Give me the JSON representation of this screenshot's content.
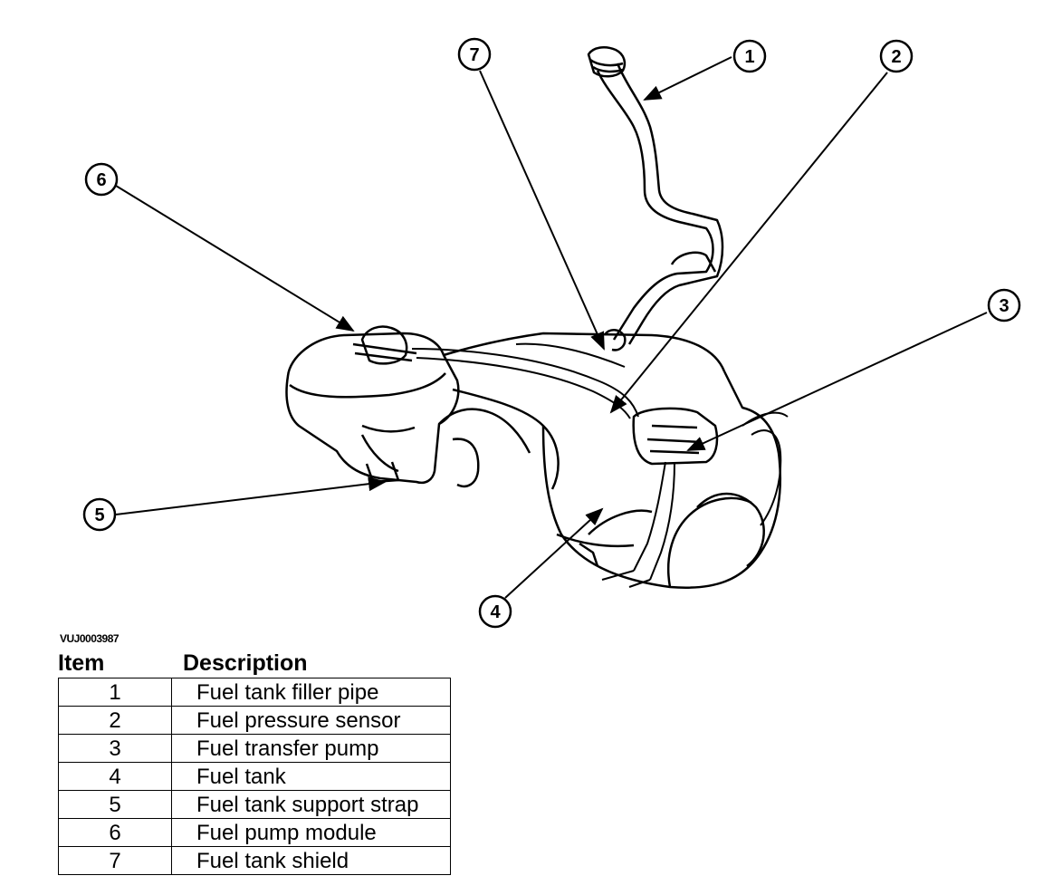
{
  "callouts": [
    {
      "id": "1"
    },
    {
      "id": "2"
    },
    {
      "id": "3"
    },
    {
      "id": "4"
    },
    {
      "id": "5"
    },
    {
      "id": "6"
    },
    {
      "id": "7"
    }
  ],
  "figure_code": "VUJ0003987",
  "table": {
    "headers": {
      "item": "Item",
      "description": "Description"
    },
    "rows": [
      {
        "item": "1",
        "description": "Fuel tank filler pipe"
      },
      {
        "item": "2",
        "description": "Fuel pressure sensor"
      },
      {
        "item": "3",
        "description": "Fuel transfer pump"
      },
      {
        "item": "4",
        "description": "Fuel tank"
      },
      {
        "item": "5",
        "description": "Fuel tank support strap"
      },
      {
        "item": "6",
        "description": "Fuel pump module"
      },
      {
        "item": "7",
        "description": "Fuel tank shield"
      }
    ]
  }
}
